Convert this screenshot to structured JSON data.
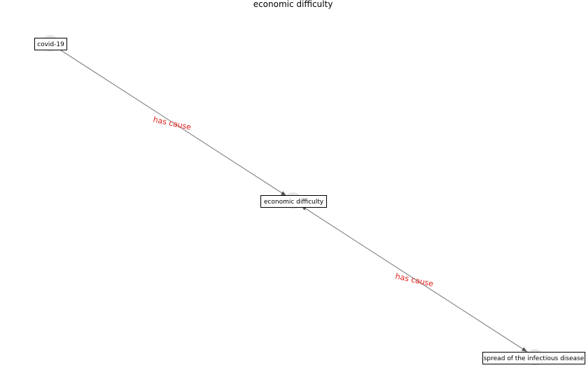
{
  "title": "economic difficulty",
  "colors": {
    "edge": "#808080",
    "edge_label": "#e0201b",
    "node_halo": "#e6e6e6",
    "box_border": "#000000",
    "box_fill": "#ffffff"
  },
  "nodes": [
    {
      "id": "covid",
      "label": "covid-19"
    },
    {
      "id": "econ",
      "label": "economic difficulty"
    },
    {
      "id": "spread",
      "label": "spread of the infectious disease"
    }
  ],
  "edges": [
    {
      "from": "covid",
      "to": "econ",
      "label": "has cause"
    },
    {
      "from": "spread",
      "to": "econ",
      "label": "has cause"
    }
  ]
}
